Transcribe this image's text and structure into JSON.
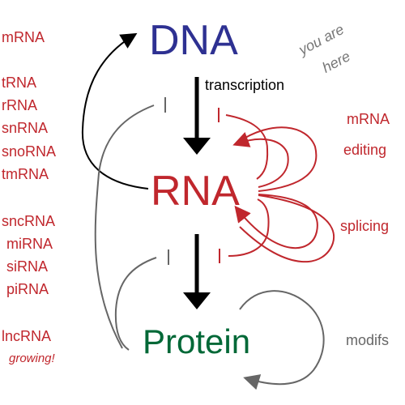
{
  "colors": {
    "dna": "#2e3192",
    "rna": "#c0272d",
    "protein": "#006837",
    "black": "#000000",
    "gray": "#666666",
    "regulation_red": "#c0272d"
  },
  "diagram": {
    "nodes": {
      "dna": "DNA",
      "rna": "RNA",
      "protein": "Protein"
    },
    "process_label": "transcription",
    "annotation": {
      "line1": "you are",
      "line2": "here"
    },
    "rna_classes": {
      "top": [
        "mRNA"
      ],
      "middle": [
        "tRNA",
        "rRNA",
        "snRNA",
        "snoRNA",
        "tmRNA"
      ],
      "small": [
        "sncRNA",
        "miRNA",
        "siRNA",
        "piRNA"
      ],
      "long": "lncRNA",
      "long_note": "growing!"
    },
    "processing": {
      "line1": "mRNA",
      "line2": "editing",
      "line3": "splicing"
    },
    "protein_label": "modifs"
  },
  "icons": {
    "arrows": [
      "curved-return-arrow-icon",
      "down-arrow-icon",
      "inhibition-bar-icon"
    ]
  }
}
